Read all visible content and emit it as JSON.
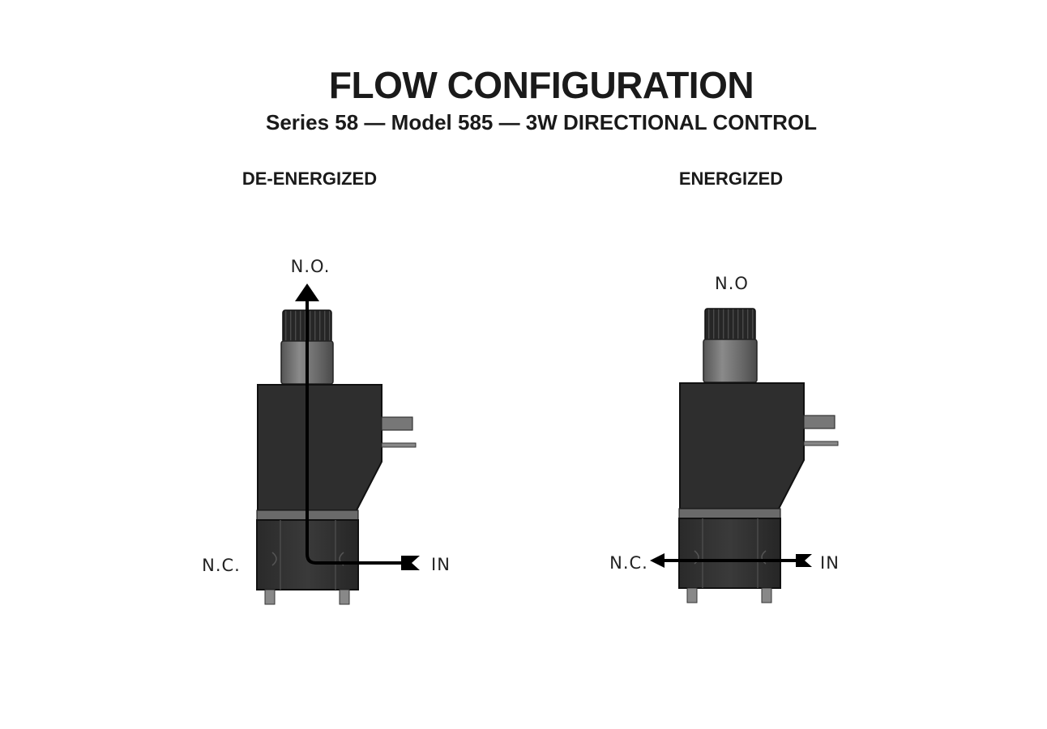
{
  "title": "FLOW CONFIGURATION",
  "subtitle": "Series 58 — Model 585 — 3W DIRECTIONAL CONTROL",
  "states": [
    {
      "label": "DE-ENERGIZED",
      "ports": {
        "top": "N.O.",
        "left": "N.C.",
        "right": "IN"
      }
    },
    {
      "label": "ENERGIZED",
      "ports": {
        "top": "N.O",
        "left": "N.C.",
        "right": "IN"
      }
    }
  ],
  "colors": {
    "body": "#2e2e2e",
    "outline": "#111111",
    "sleeve": "#6e6e6e",
    "arrow": "#000000"
  }
}
